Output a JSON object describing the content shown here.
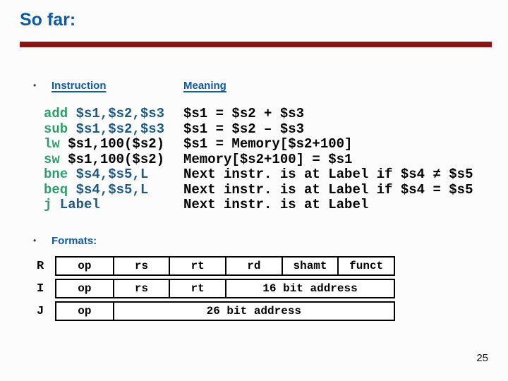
{
  "slide": {
    "title": "So far:",
    "page_number": "25",
    "bullet_glyph": "•"
  },
  "colors": {
    "title_blue": "#0d5aa7",
    "bar_red": "#8e1313",
    "mnemonic_green": "#2f9e6e",
    "operand_blue": "#1b5a86",
    "text_black": "#000000"
  },
  "columns": {
    "instruction_header": "Instruction",
    "meaning_header": "Meaning"
  },
  "instructions": [
    {
      "mnemonic": "add",
      "operands": " $s1,$s2,$s3",
      "operand_color": "blue",
      "meaning": "$s1 = $s2 + $s3"
    },
    {
      "mnemonic": "sub",
      "operands": " $s1,$s2,$s3",
      "operand_color": "blue",
      "meaning": "$s1 = $s2 – $s3"
    },
    {
      "mnemonic": "lw",
      "operands": " $s1,100($s2)",
      "operand_color": "black",
      "meaning": "$s1 = Memory[$s2+100]"
    },
    {
      "mnemonic": "sw",
      "operands": " $s1,100($s2)",
      "operand_color": "black",
      "meaning": "Memory[$s2+100] = $s1"
    },
    {
      "mnemonic": "bne",
      "operands": " $s4,$s5,L",
      "operand_color": "blue",
      "meaning": "Next instr. is at Label if $s4 ≠ $s5"
    },
    {
      "mnemonic": "beq",
      "operands": " $s4,$s5,L",
      "operand_color": "blue",
      "meaning": "Next instr. is at Label if $s4 = $s5"
    },
    {
      "mnemonic": "j",
      "operands": " Label",
      "operand_color": "blue",
      "meaning": "Next instr. is at Label"
    }
  ],
  "formats": {
    "label": "Formats:",
    "rows": [
      {
        "name": "R",
        "cells": [
          {
            "text": "op",
            "span": 1
          },
          {
            "text": "rs",
            "span": 1
          },
          {
            "text": "rt",
            "span": 1
          },
          {
            "text": "rd",
            "span": 1
          },
          {
            "text": "shamt",
            "span": 1
          },
          {
            "text": "funct",
            "span": 1
          }
        ]
      },
      {
        "name": "I",
        "cells": [
          {
            "text": "op",
            "span": 1
          },
          {
            "text": "rs",
            "span": 1
          },
          {
            "text": "rt",
            "span": 1
          },
          {
            "text": "16 bit address",
            "span": 3
          }
        ]
      },
      {
        "name": "J",
        "cells": [
          {
            "text": "op",
            "span": 1
          },
          {
            "text": "26 bit address",
            "span": 5
          }
        ]
      }
    ]
  }
}
